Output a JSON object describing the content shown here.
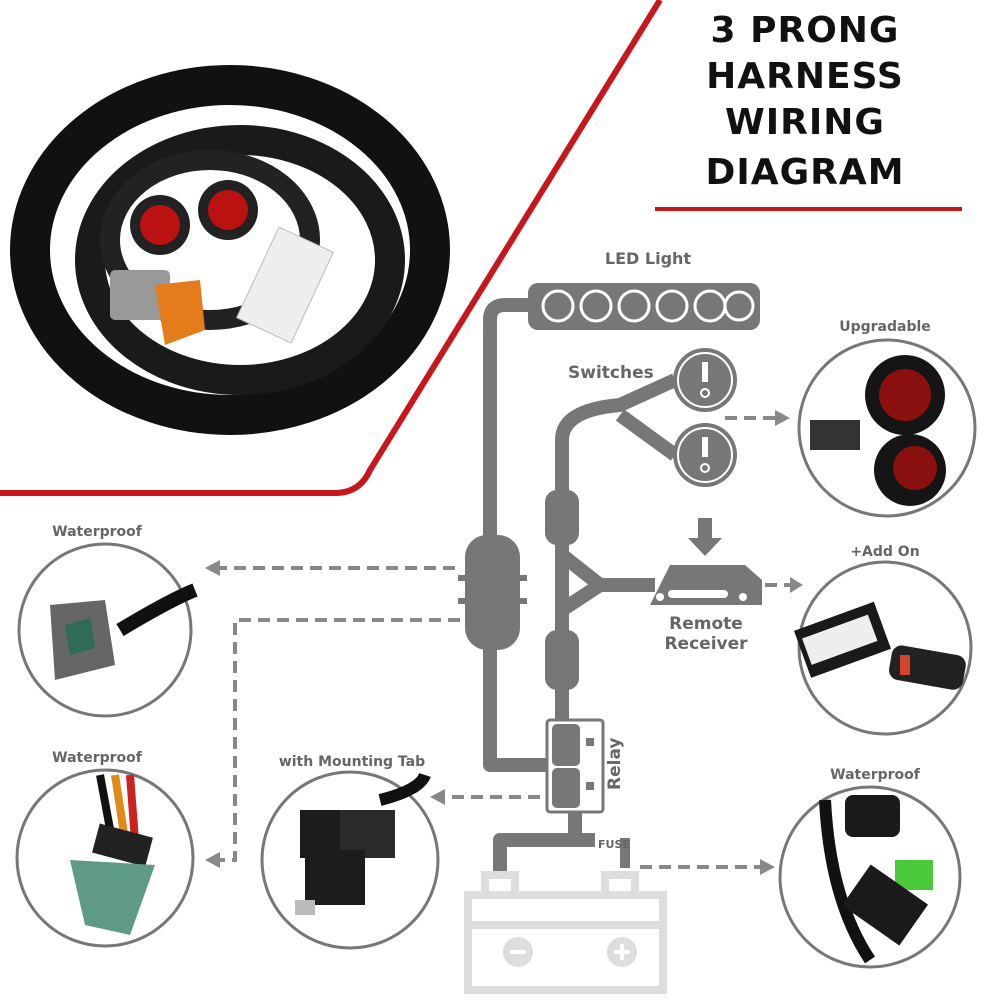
{
  "title": {
    "lines": [
      "3 PRONG",
      "HARNESS",
      "WIRING",
      "DIAGRAM"
    ]
  },
  "colors": {
    "accent": "#c8161d",
    "wire": "#777777",
    "battery": "#dddddd",
    "text": "#111111"
  },
  "labels": {
    "led_light": "LED Light",
    "switches": "Switches",
    "remote_receiver_1": "Remote",
    "remote_receiver_2": "Receiver",
    "relay": "Relay",
    "fuse": "FUSE",
    "upgradable": "Upgradable",
    "add_on": "+Add On",
    "waterproof_fuse": "Waterproof",
    "waterproof_left_top": "Waterproof",
    "waterproof_left_bottom": "Waterproof",
    "mounting_tab": "with Mounting Tab"
  },
  "icons": [
    "harness-photo",
    "switch-photo",
    "remote-photo",
    "fuse-holder-photo",
    "dt-connector-photo",
    "relay-photo",
    "battery-icon"
  ]
}
